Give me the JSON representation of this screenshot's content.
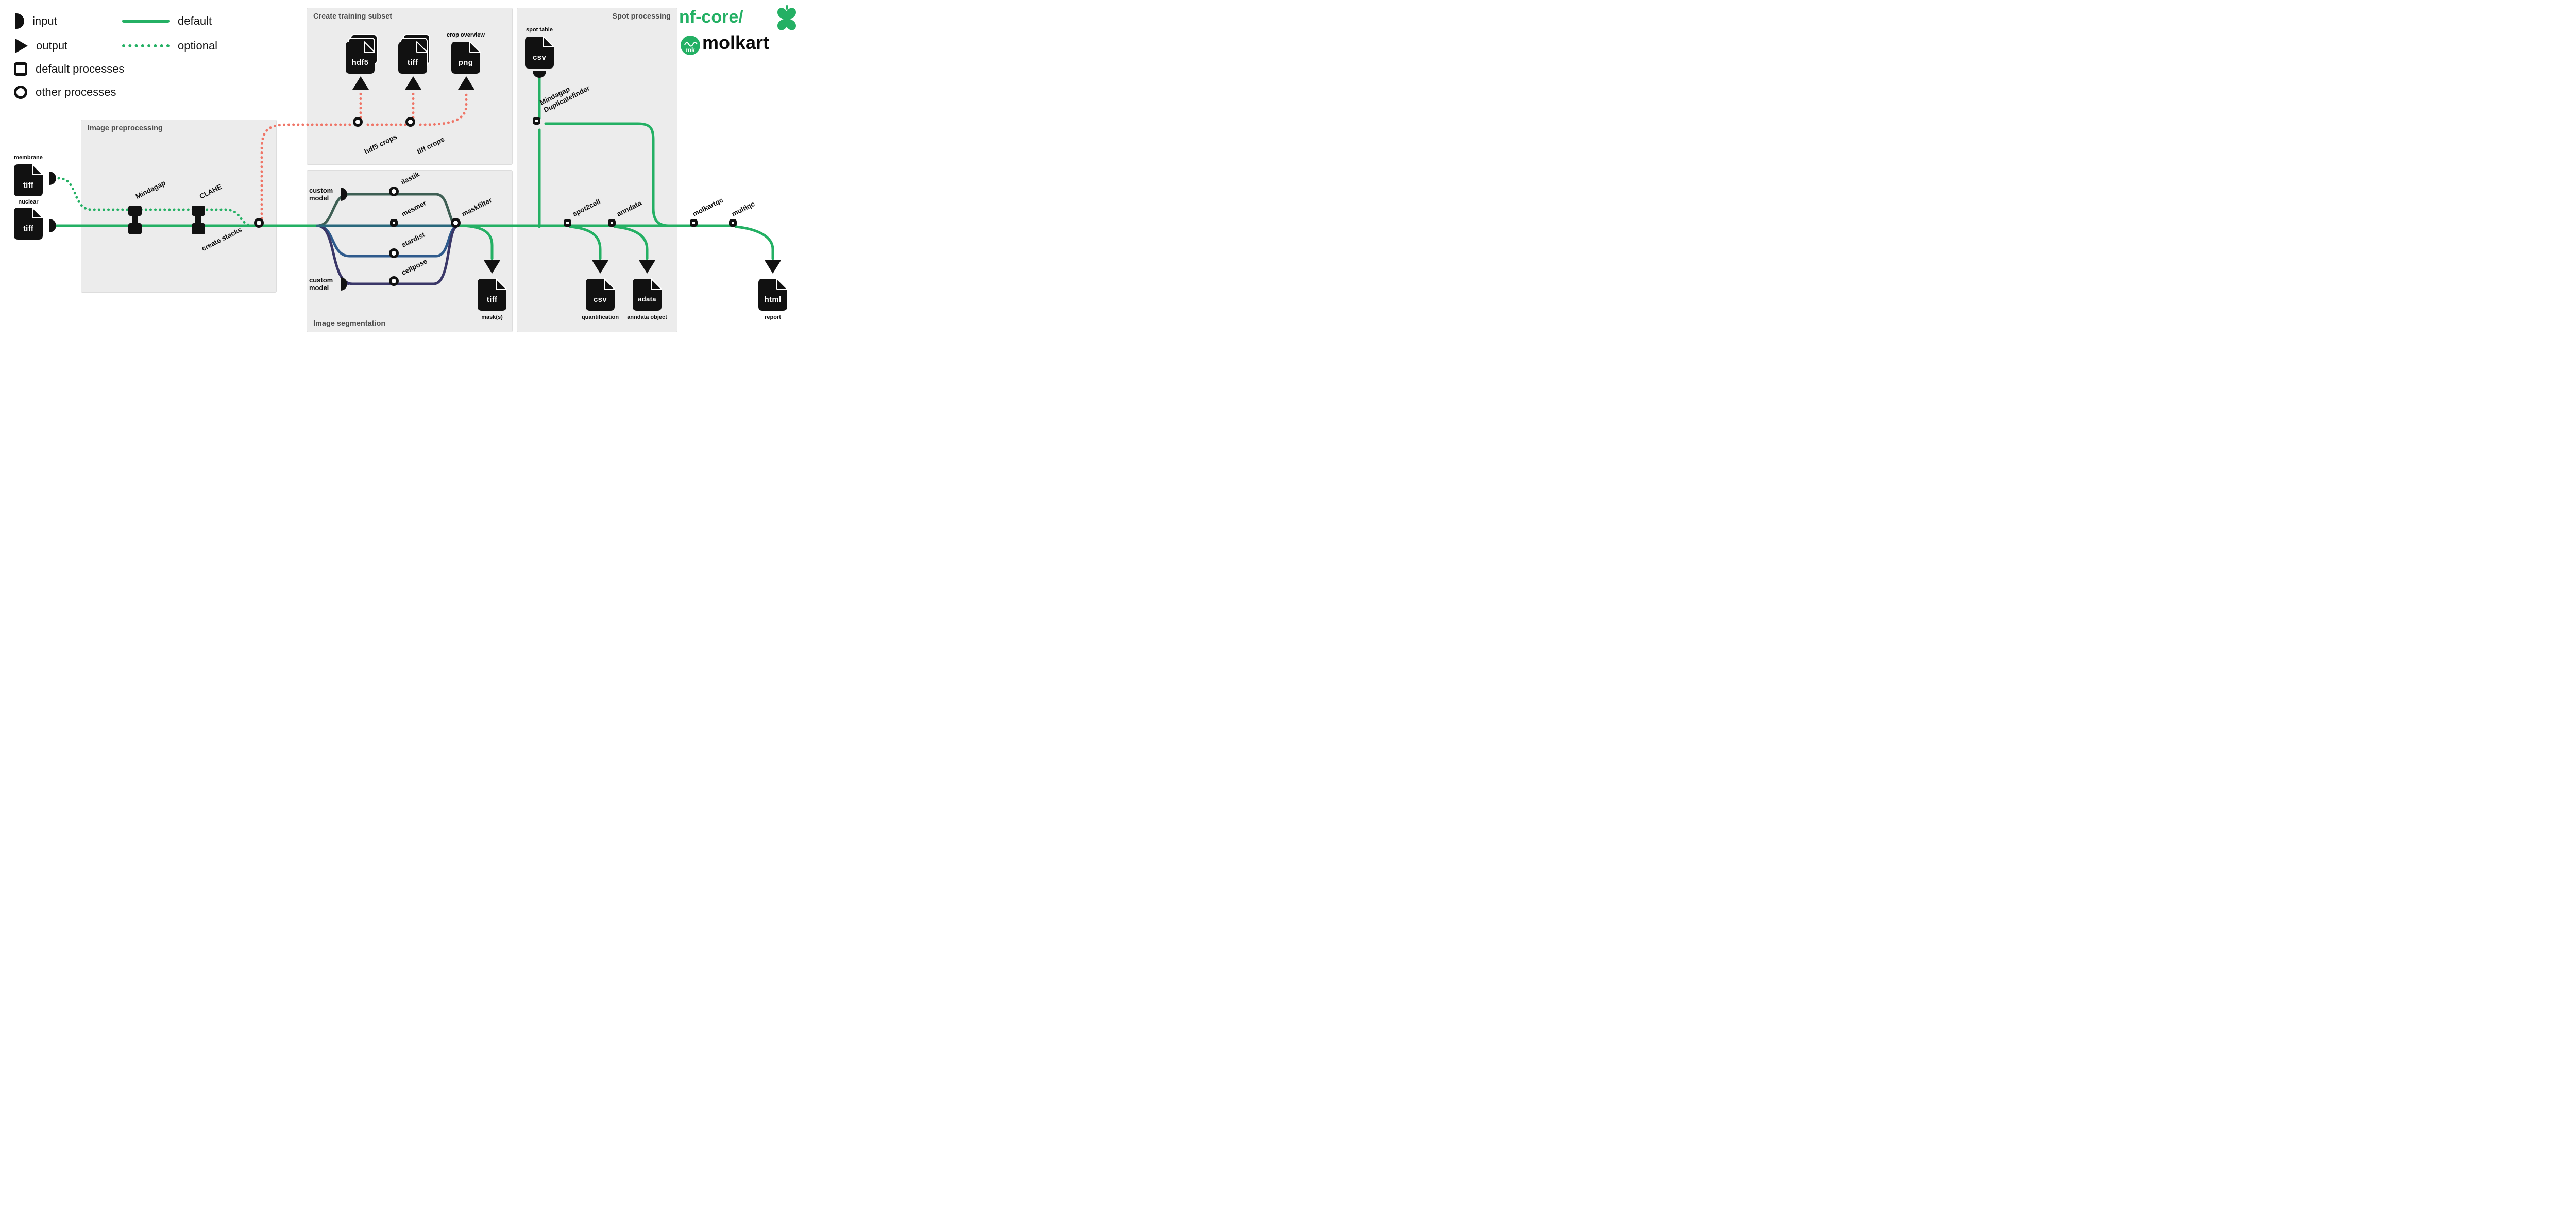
{
  "colors": {
    "green": "#24B064",
    "salmon": "#EF7567",
    "ink": "#111111",
    "panel": "#ECECEC",
    "panel_border": "#DDDDDD",
    "panel_title": "#4D4D4D",
    "ilastik": "#3E5F54",
    "mesmer": "#29687C",
    "stardist": "#2E5A8C",
    "cellpose": "#3A3768"
  },
  "legend": {
    "input": "input",
    "output": "output",
    "default_processes": "default processes",
    "other_processes": "other processes",
    "default_line": "default",
    "optional_line": "optional"
  },
  "logo": {
    "brand": "nf-core/",
    "pipeline": "molkart",
    "badge": "mk"
  },
  "panels": {
    "preprocessing": "Image preprocessing",
    "training": "Create training subset",
    "segmentation": "Image segmentation",
    "spot": "Spot processing"
  },
  "inputs": {
    "custom_model_top": "custom model",
    "custom_model_bottom": "custom model"
  },
  "nodes": {
    "mindagap": "Mindagap",
    "clahe": "CLAHE",
    "create_stacks": "create stacks",
    "hdf5_crops": "hdf5 crops",
    "tiff_crops": "tiff crops",
    "ilastik": "ilastik",
    "mesmer": "mesmer",
    "stardist": "stardist",
    "cellpose": "cellpose",
    "maskfilter": "maskfilter",
    "dupfinder1": "Mindagap",
    "dupfinder2": "Duplicatefinder",
    "spot2cell": "spot2cell",
    "anndata": "anndata",
    "molkartqc": "molkartqc",
    "multiqc": "multiqc"
  },
  "files": {
    "membrane": {
      "caption": "membrane",
      "type": "tiff"
    },
    "nuclear": {
      "caption": "nuclear",
      "type": "tiff"
    },
    "hdf5_crops": {
      "type": "hdf5"
    },
    "tiff_crops": {
      "type": "tiff"
    },
    "crop_overview": {
      "caption": "crop overview",
      "type": "png"
    },
    "mask": {
      "caption": "mask(s)",
      "type": "tiff"
    },
    "spot_table": {
      "caption": "spot table",
      "type": "csv"
    },
    "quantification": {
      "caption": "quantification",
      "type": "csv"
    },
    "anndata_object": {
      "caption": "anndata object",
      "type": "adata"
    },
    "report": {
      "caption": "report",
      "type": "html"
    }
  }
}
